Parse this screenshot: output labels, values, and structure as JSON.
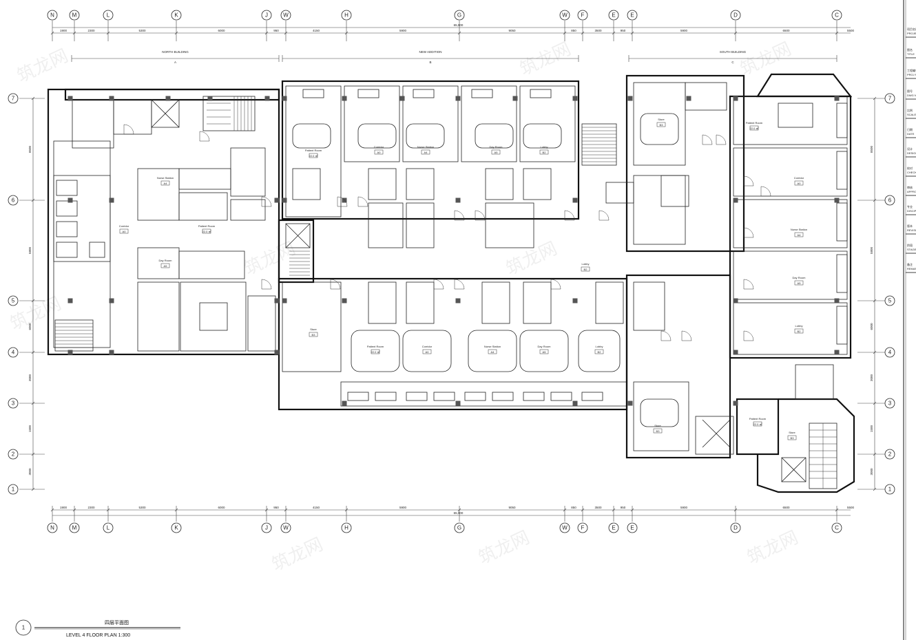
{
  "grid": {
    "columns_top": [
      "N",
      "M",
      "L",
      "K",
      "J",
      "W",
      "H",
      "G",
      "W",
      "F",
      "E",
      "E",
      "D",
      "C"
    ],
    "columns_bottom": [
      "N",
      "M",
      "L",
      "K",
      "J",
      "W",
      "H",
      "G",
      "W",
      "F",
      "E",
      "E",
      "D",
      "C"
    ],
    "rows_left": [
      "7",
      "6",
      "5",
      "4",
      "3",
      "2",
      "1"
    ],
    "rows_right": [
      "7",
      "6",
      "5",
      "4",
      "3",
      "2",
      "1"
    ],
    "top_dims": [
      "1900",
      "2300",
      "5300",
      "6000",
      "950",
      "4150",
      "5900",
      "9050",
      "850",
      "3500",
      "950",
      "5900",
      "6500",
      "5500"
    ],
    "top_overall": "65,900",
    "bottom_dims": [
      "1900",
      "2300",
      "5300",
      "6000",
      "950",
      "4150",
      "5900",
      "9050",
      "850",
      "3500",
      "950",
      "5900",
      "6500",
      "5500"
    ],
    "bottom_overall": "65,900",
    "left_dims": [
      "8500",
      "5800",
      "6000",
      "3000",
      "1500",
      "3000"
    ],
    "right_dims": [
      "8500",
      "5800",
      "6000",
      "3000",
      "1500",
      "3000"
    ]
  },
  "zones": [
    {
      "name": "NORTH BUILDING",
      "code": "A"
    },
    {
      "name": "NEW ADDITION",
      "code": "B"
    },
    {
      "name": "SOUTH BUILDING",
      "code": "C"
    }
  ],
  "rooms": [
    {
      "label": "Patient Room",
      "area": "22.0 ㎡"
    },
    {
      "label": "Corridor",
      "area": "A0"
    },
    {
      "label": "Nurse Station",
      "area": "A4"
    },
    {
      "label": "Day Room",
      "area": "A5"
    },
    {
      "label": "Lobby",
      "area": "B2"
    },
    {
      "label": "Store",
      "area": "B3"
    }
  ],
  "plan_title": {
    "number": "1",
    "name_cn": "四层平面图",
    "name_en": "LEVEL 4 FLOOR PLAN 1:300"
  },
  "title_block": {
    "labels": [
      "项目名称",
      "PROJECT",
      "图名",
      "TITLE",
      "工程编号",
      "PROJ NO.",
      "图号",
      "DWG NO.",
      "比例",
      "SCALE",
      "日期",
      "DATE",
      "设计",
      "DESIGN",
      "校对",
      "CHECK",
      "审核",
      "APPROVED",
      "专业",
      "DISCIPLINE",
      "版本",
      "REVISION",
      "阶段",
      "STAGE",
      "备注",
      "REMARK"
    ]
  },
  "watermark": "筑龙网",
  "colors": {
    "line": "#111111",
    "background": "#ffffff"
  }
}
